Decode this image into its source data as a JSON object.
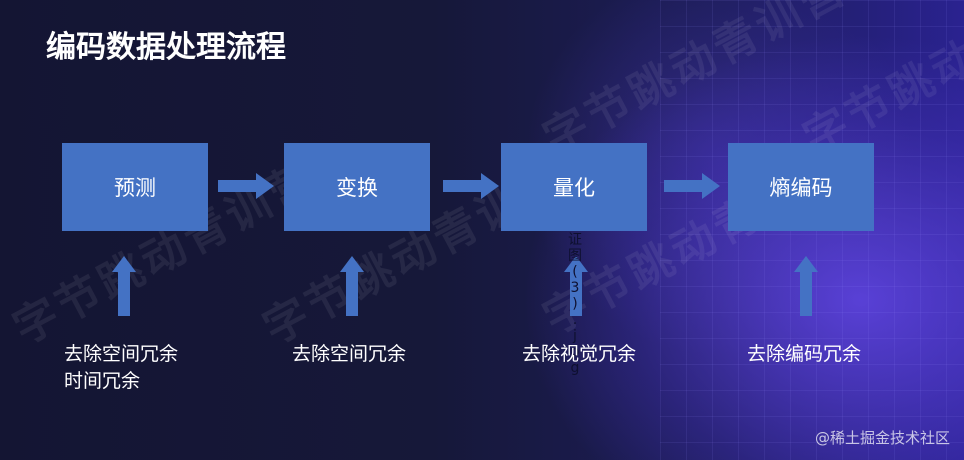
{
  "title": "编码数据处理流程",
  "steps": [
    {
      "label": "预测",
      "note_lines": [
        "去除空间冗余",
        "时间冗余"
      ]
    },
    {
      "label": "变换",
      "note_lines": [
        "去除空间冗余"
      ]
    },
    {
      "label": "量化",
      "note_lines": [
        "去除视觉冗余"
      ]
    },
    {
      "label": "熵编码",
      "note_lines": [
        "去除编码冗余"
      ]
    }
  ],
  "stray_text": [
    "证",
    "图",
    "(",
    "3",
    ")",
    ".",
    "j",
    "p",
    "g"
  ],
  "watermark_text": "字节跳动青训营",
  "credit": "@稀土掘金技术社区",
  "colors": {
    "background": "#151637",
    "box": "#4472c4",
    "arrow": "#4472c4",
    "text": "#ffffff"
  }
}
